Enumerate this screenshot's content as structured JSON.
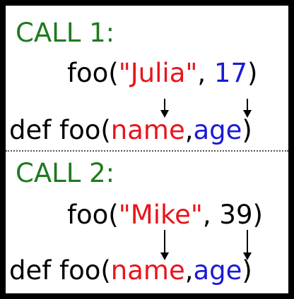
{
  "colors": {
    "label": "#1f7a1f",
    "string_arg": "#e8141b",
    "number_arg_highlight": "#1a1ad8",
    "default_text": "#000000",
    "border": "#000000"
  },
  "call1": {
    "label": "CALL 1:",
    "call_prefix": "foo(",
    "arg1": "\"Julia\"",
    "sep": ", ",
    "arg2": "17",
    "call_suffix": ")",
    "def_prefix": "def foo(",
    "param1": "name",
    "comma": ",",
    "param2": "age",
    "def_suffix": ")"
  },
  "call2": {
    "label": "CALL 2:",
    "call_prefix": "foo(",
    "arg1": "\"Mike\"",
    "sep": ", ",
    "arg2": "39",
    "call_suffix": ")",
    "def_prefix": "def foo(",
    "param1": "name",
    "comma": ",",
    "param2": "age",
    "def_suffix": ")"
  }
}
